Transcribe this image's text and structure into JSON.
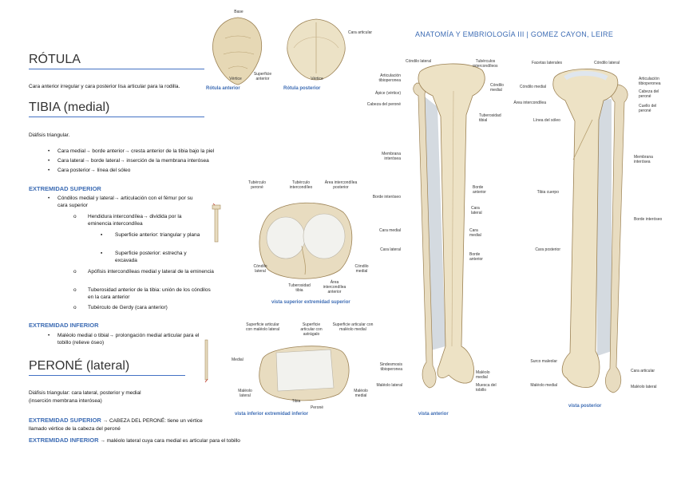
{
  "header": {
    "right_title": "ANATOMÍA Y EMBRIOLOGÍA III | GOMEZ CAYON, LEIRE"
  },
  "rotula": {
    "title": "RÓTULA",
    "text": "Cara anterior irregular y cara posterior lisa articular para la rodilla.",
    "figures": {
      "anterior_caption": "Rótula anterior",
      "posterior_caption": "Rótula posterior",
      "labels": {
        "base": "Base",
        "cara_articular": "Cara articular",
        "vertice_a": "Vértice",
        "superficie_anterior": "Superficie anterior",
        "vertice_p": "Vértice"
      }
    }
  },
  "tibia": {
    "title": "TIBIA (medial)",
    "intro": "Diáfisis triangular.",
    "bullets": [
      "Cara medial→ borde anterior→ cresta anterior de la tibia bajo la piel",
      "Cara lateral→ borde lateral→ inserción de la membrana interósea",
      "Cara posterior→ línea del sóleo"
    ],
    "sup": {
      "title": "EXTREMIDAD SUPERIOR",
      "l1": "Cóndilos medial y lateral→ articulación con el fémur por su cara superior",
      "l2a": "Hendidura intercondílea→ dividida por la eminencia intercondílea",
      "l3a": "Superficie anterior: triangular y plana",
      "l3b": "Superficie posterior: estrecha y excavada",
      "l2b": "Apófisis intercondíleas medial y lateral de la eminencia",
      "l2c": "Tuberosidad anterior de la tibia: unión de los cóndilos en la cara anterior",
      "l2d": "Tubérculo de Gerdy (cara anterior)"
    },
    "inf": {
      "title": "EXTREMIDAD INFERIOR",
      "l1": "Maléolo medial o tibial→ prolongación medial articular para el tobillo (relieve óseo)"
    },
    "fig_sup": {
      "caption": "vista superior extremidad superior",
      "labels": {
        "tub_lat": "Tubérculo peroné",
        "tub_inter": "Tubérculo intercondíleo",
        "area_post": "Área intercondílea posterior",
        "condilo_lat": "Cóndilo lateral",
        "tuber": "Tuberosidad tibia",
        "area_ant": "Área intercondílea anterior",
        "condilo_med": "Cóndilo medial"
      }
    },
    "fig_inf": {
      "caption": "vista inferior extremidad inferior",
      "labels": {
        "sup_art_lat": "Superficie articular con maléolo lateral",
        "sup_art_ast": "Superficie articular con astrágalo",
        "sup_art_med": "Superficie articular con maléolo medial",
        "medial": "Medial",
        "malleolo_lat": "Maléolo lateral",
        "malleolo_med": "Maléolo medial",
        "tibia": "Tibia",
        "perone": "Peroné"
      }
    }
  },
  "perone": {
    "title": "PERONÉ (lateral)",
    "text1": "Diáfisis triangular: cara lateral, posterior y medial",
    "text2": "(inserción membrana interósea)",
    "sup_label": "EXTREMIDAD SUPERIOR",
    "sup_text": "CABEZA DEL PERONÉ: tiene un vértice",
    "sup_text2": "llamado vértice de la cabeza del peroné",
    "inf_label": "EXTREMIDAD INFERIOR",
    "inf_text": "maléolo lateral cuya cara medial es articular para el tobillo"
  },
  "anterior_view": {
    "caption": "vista anterior",
    "labels": {
      "condilo_lat": "Cóndilo lateral",
      "tuberc_inter": "Tubérculos intercondíleos",
      "articulacion": "Articulación tibioperonea",
      "apice": "Ápice (vértice)",
      "cabeza": "Cabeza del peroné",
      "condilo_med": "Cóndilo medial",
      "tuberosidad": "Tuberosidad tibial",
      "membrana": "Membrana interósea",
      "borde_ant": "Borde anterior",
      "borde": "Borde interóseo",
      "cara_lat": "Cara lateral",
      "cara_medial": "Cara medial",
      "cara_medial2": "Cara medial",
      "cara_lateral2": "Cara lateral",
      "borde_anterior2": "Borde anterior",
      "sind": "Sindesmosis tibioperonea",
      "malleolo_lat": "Maléolo lateral",
      "malleolo_med": "Maléolo medial",
      "muesca": "Muesca del tobillo"
    }
  },
  "posterior_view": {
    "caption": "vista posterior",
    "labels": {
      "facetas": "Facetas laterales",
      "condilo_lat": "Cóndilo lateral",
      "condilo_med": "Cóndilo medial",
      "articulacion": "Articulación tibioperonea",
      "cabeza_perone": "Cabeza del peroné",
      "cuello": "Cuello del peroné",
      "area_inter": "Área intercondílea",
      "linea_soleo": "Línea del sóleo",
      "membrana": "Membrana interósea",
      "borde": "Borde interóseo",
      "cara_post": "Cara posterior",
      "tibia_borde": "Tibia cuerpo",
      "surco": "Surco maleolar",
      "malleolo_med": "Maléolo medial",
      "malleolo_lat": "Maléolo lateral",
      "cara_art": "Cara articular"
    }
  },
  "colors": {
    "accent": "#3d6cb4",
    "bone": "#e8dcc0",
    "bone_shadow": "#c9b58f",
    "membrane": "#cfd6dd"
  }
}
